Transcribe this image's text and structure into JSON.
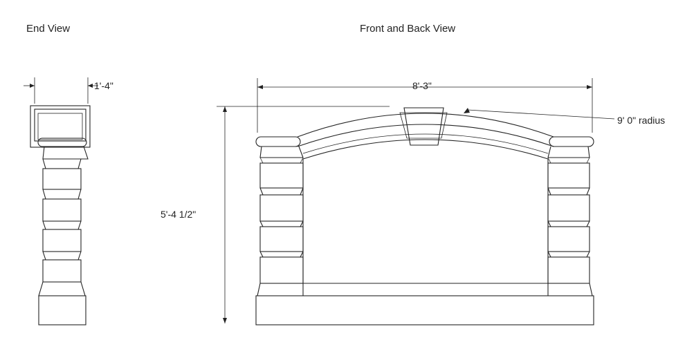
{
  "views": {
    "end": "End View",
    "front": "Front and Back View"
  },
  "dimensions": {
    "end_width": "1'-4\"",
    "front_width": "8'-3\"",
    "radius": "9' 0\" radius",
    "height": "5'-4 1/2\""
  }
}
